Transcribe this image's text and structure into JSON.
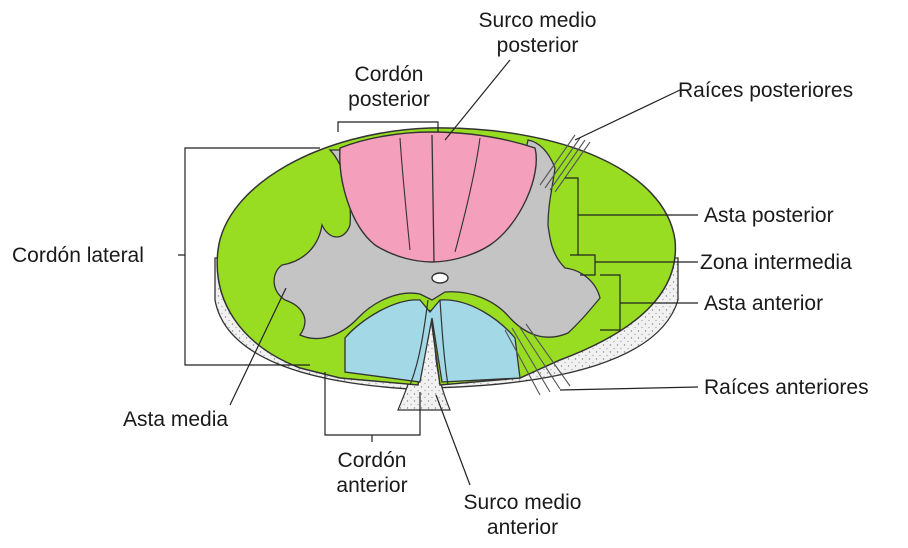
{
  "labels": {
    "cordon_lateral": "Cordón lateral",
    "cordon_posterior_1": "Cordón",
    "cordon_posterior_2": "posterior",
    "surco_posterior_1": "Surco medio",
    "surco_posterior_2": "posterior",
    "raices_posteriores": "Raíces posteriores",
    "asta_posterior": "Asta posterior",
    "zona_intermedia": "Zona intermedia",
    "asta_anterior": "Asta anterior",
    "raices_anteriores": "Raíces anteriores",
    "asta_media": "Asta media",
    "cordon_anterior_1": "Cordón",
    "cordon_anterior_2": "anterior",
    "surco_anterior_1": "Surco medio",
    "surco_anterior_2": "anterior"
  },
  "colors": {
    "white_matter_lateral": "#99dd22",
    "posterior_funiculus": "#f4a0bc",
    "anterior_funiculus": "#a3d8e6",
    "gray_matter": "#c4c4c4",
    "outline": "#333333",
    "section_edge": "#ececec"
  }
}
